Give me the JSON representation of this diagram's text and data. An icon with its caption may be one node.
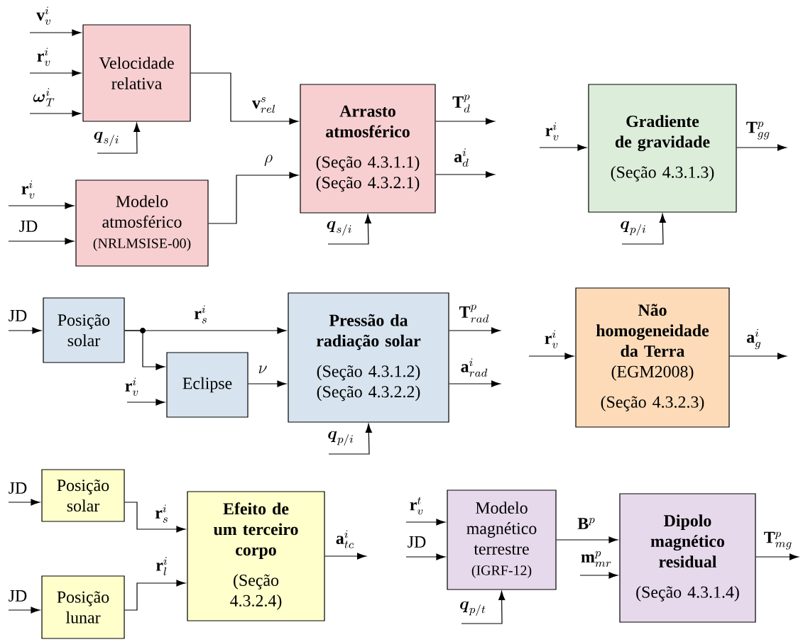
{
  "diagram": {
    "nodes": [
      {
        "text": [
          "Velocidade relativa"
        ]
      },
      {
        "text": [
          "Modelo atmosférico",
          "(NRLMSISE-00)"
        ]
      },
      {
        "text": [
          "Arrasto atmosférico",
          "(Seção 4.3.1.1)",
          "(Seção 4.3.2.1)"
        ]
      },
      {
        "text": [
          "Gradiente de gravidade",
          "(Seção 4.3.1.3)"
        ]
      },
      {
        "text": [
          "Posição solar"
        ]
      },
      {
        "text": [
          "Eclipse"
        ]
      },
      {
        "text": [
          "Pressão da radiação solar",
          "(Seção 4.3.1.2)",
          "(Seção 4.3.2.2)"
        ]
      },
      {
        "text": [
          "Não homogeneidade da Terra",
          "(EGM2008)",
          "(Seção 4.3.2.3)"
        ]
      },
      {
        "text": [
          "Posição solar"
        ]
      },
      {
        "text": [
          "Posição lunar"
        ]
      },
      {
        "text": [
          "Efeito de um terceiro corpo",
          "(Seção 4.3.2.4)"
        ]
      },
      {
        "text": [
          "Modelo magnético terrestre",
          "(IGRF-12)"
        ]
      },
      {
        "text": [
          "Dipolo magnético residual",
          "(Seção 4.3.1.4)"
        ]
      }
    ],
    "edges": [
      {
        "from": null,
        "to": 0,
        "arrow": "to",
        "label": "\\mathbf{v}_v^i"
      },
      {
        "from": null,
        "to": 0,
        "arrow": "to",
        "label": "\\mathbf{r}_v^i"
      },
      {
        "from": null,
        "to": 0,
        "arrow": "to",
        "label": "\\boldsymbol{\\omega}_T^i"
      },
      {
        "from": null,
        "to": 0,
        "arrow": "to",
        "label": "\\boldsymbol{q}_{s/i}"
      },
      {
        "from": 0,
        "to": 2,
        "arrow": "to",
        "label": "\\mathbf{v}_{rel}^s"
      },
      {
        "from": null,
        "to": 1,
        "arrow": "to",
        "label": "\\mathbf{r}_v^i"
      },
      {
        "from": null,
        "to": 1,
        "arrow": "to",
        "label": "JD"
      },
      {
        "from": 1,
        "to": 2,
        "arrow": "to",
        "label": "\\rho"
      },
      {
        "from": 2,
        "to": null,
        "arrow": "to",
        "label": "\\mathbf{T}_d^p"
      },
      {
        "from": 2,
        "to": null,
        "arrow": "to",
        "label": "\\mathbf{a}_d^i"
      },
      {
        "from": null,
        "to": 2,
        "arrow": "to",
        "label": "\\boldsymbol{q}_{s/i}"
      },
      {
        "from": null,
        "to": 3,
        "arrow": "to",
        "label": "\\mathbf{r}_v^i"
      },
      {
        "from": 3,
        "to": null,
        "arrow": "to",
        "label": "\\mathbf{T}_{gg}^p"
      },
      {
        "from": null,
        "to": 3,
        "arrow": "to",
        "label": "\\boldsymbol{q}_{p/i}"
      },
      {
        "from": null,
        "to": 4,
        "arrow": "to",
        "label": "JD"
      },
      {
        "from": 4,
        "to": 6,
        "arrow": "to",
        "label": "\\mathbf{r}_s^i"
      },
      {
        "from": 4,
        "to": 5,
        "arrow": "to"
      },
      {
        "from": null,
        "to": 5,
        "arrow": "to",
        "label": "\\mathbf{r}_v^i"
      },
      {
        "from": 5,
        "to": 6,
        "arrow": "to",
        "label": "\\nu"
      },
      {
        "from": 6,
        "to": null,
        "arrow": "to",
        "label": "\\mathbf{T}_{rad}^p"
      },
      {
        "from": 6,
        "to": null,
        "arrow": "to",
        "label": "\\mathbf{a}_{rad}^i"
      },
      {
        "from": null,
        "to": 6,
        "arrow": "to",
        "label": "\\boldsymbol{q}_{p/i}"
      },
      {
        "from": null,
        "to": 7,
        "arrow": "to",
        "label": "\\mathbf{r}_v^i"
      },
      {
        "from": 7,
        "to": null,
        "arrow": "to",
        "label": "\\mathbf{a}_g^i"
      },
      {
        "from": null,
        "to": 8,
        "arrow": "to",
        "label": "JD"
      },
      {
        "from": 8,
        "to": 10,
        "arrow": "to",
        "label": "\\mathbf{r}_s^i"
      },
      {
        "from": null,
        "to": 9,
        "arrow": "to",
        "label": "JD"
      },
      {
        "from": 9,
        "to": 10,
        "arrow": "to",
        "label": "\\mathbf{r}_l^i"
      },
      {
        "from": 10,
        "to": null,
        "arrow": "to",
        "label": "\\mathbf{a}_{tc}^i"
      },
      {
        "from": null,
        "to": 11,
        "arrow": "to",
        "label": "\\mathbf{r}_v^t"
      },
      {
        "from": null,
        "to": 11,
        "arrow": "to",
        "label": "JD"
      },
      {
        "from": null,
        "to": 11,
        "arrow": "to",
        "label": "\\boldsymbol{q}_{p/t}"
      },
      {
        "from": 11,
        "to": 12,
        "arrow": "to",
        "label": "\\mathbf{B}^p"
      },
      {
        "from": null,
        "to": 12,
        "arrow": "to",
        "label": "\\mathbf{m}_{mr}^p"
      },
      {
        "from": 12,
        "to": null,
        "arrow": "to",
        "label": "\\mathbf{T}_{mg}^p"
      }
    ]
  }
}
